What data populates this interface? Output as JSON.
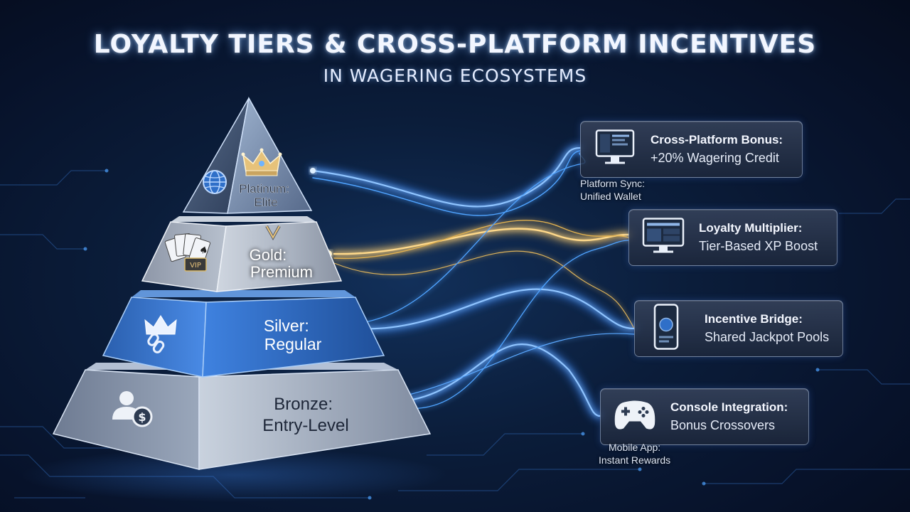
{
  "title": "LOYALTY TIERS & CROSS-PLATFORM INCENTIVES",
  "subtitle": "IN WAGERING ECOSYSTEMS",
  "tiers": [
    {
      "line1": "Platinum:",
      "line2": "Elite",
      "icons": [
        "globe-icon",
        "crown-icon"
      ]
    },
    {
      "line1": "Gold:",
      "line2": "Premium",
      "icons": [
        "playing-cards-vip-icon",
        "medal-icon"
      ]
    },
    {
      "line1": "Silver:",
      "line2": "Regular",
      "icons": [
        "crown-chain-icon"
      ]
    },
    {
      "line1": "Bronze:",
      "line2": "Entry-Level",
      "icons": [
        "user-coin-icon"
      ]
    }
  ],
  "incentives": [
    {
      "title": "Cross-Platform Bonus:",
      "subtitle": "+20% Wagering Credit",
      "icon": "desktop-monitor-icon"
    },
    {
      "title": "Loyalty Multiplier:",
      "subtitle": "Tier-Based XP Boost",
      "icon": "monitor-dashboard-icon"
    },
    {
      "title": "Incentive Bridge:",
      "subtitle": "Shared Jackpot Pools",
      "icon": "smartphone-icon"
    },
    {
      "title": "Console Integration:",
      "subtitle": "Bonus Crossovers",
      "icon": "gamepad-icon"
    }
  ],
  "notes": [
    {
      "line1": "Platform Sync:",
      "line2": "Unified Wallet"
    },
    {
      "line1": "Mobile App:",
      "line2": "Instant Rewards"
    }
  ],
  "colors": {
    "background": "#0b1d3a",
    "blue_glow": "#4fa3ff",
    "gold_glow": "#f0c060",
    "silver_tier": "#2f6fc8",
    "card_border": "#aabedc"
  }
}
